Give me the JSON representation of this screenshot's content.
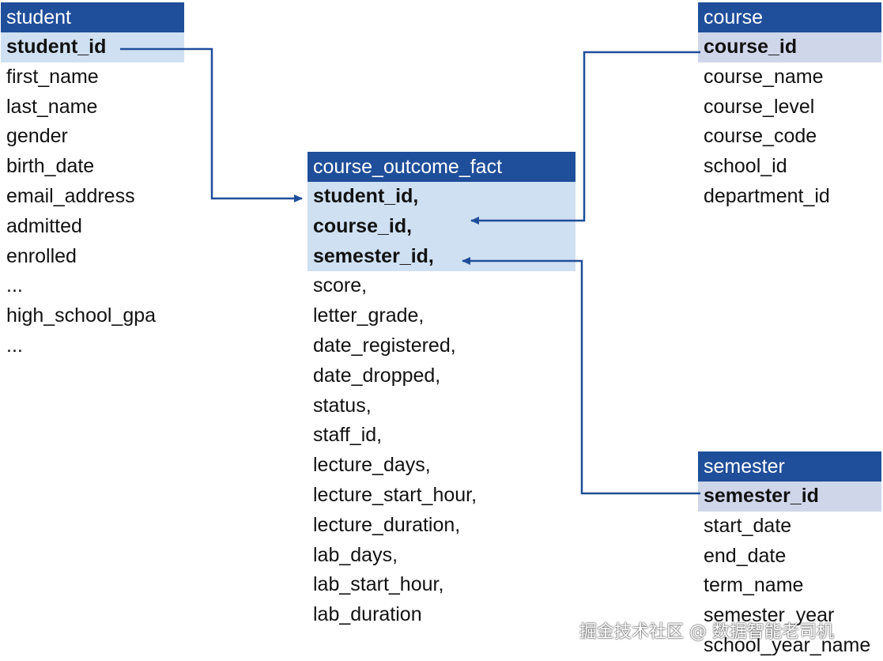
{
  "tables": {
    "student": {
      "title": "student",
      "key": "student_id",
      "fields": [
        "first_name",
        "last_name",
        "gender",
        "birth_date",
        "email_address",
        "admitted",
        "enrolled",
        "...",
        "high_school_gpa",
        "..."
      ]
    },
    "course_outcome_fact": {
      "title": "course_outcome_fact",
      "keys": [
        "student_id,",
        "course_id,",
        "semester_id,"
      ],
      "fields": [
        "score,",
        "letter_grade,",
        "date_registered,",
        "date_dropped,",
        "status,",
        "staff_id,",
        "lecture_days,",
        "lecture_start_hour,",
        "lecture_duration,",
        "lab_days,",
        "lab_start_hour,",
        "lab_duration"
      ]
    },
    "course": {
      "title": "course",
      "key": "course_id",
      "fields": [
        "course_name",
        "course_level",
        "course_code",
        "school_id",
        "department_id"
      ]
    },
    "semester": {
      "title": "semester",
      "key": "semester_id",
      "fields": [
        "start_date",
        "end_date",
        "term_name",
        "semester_year",
        "school_year_name"
      ]
    }
  },
  "colors": {
    "header": "#1f4e9a",
    "key_row": "#cfe0f2",
    "connector": "#1f4e9a"
  },
  "watermark": "掘金技术社区 @ 数据智能老司机"
}
